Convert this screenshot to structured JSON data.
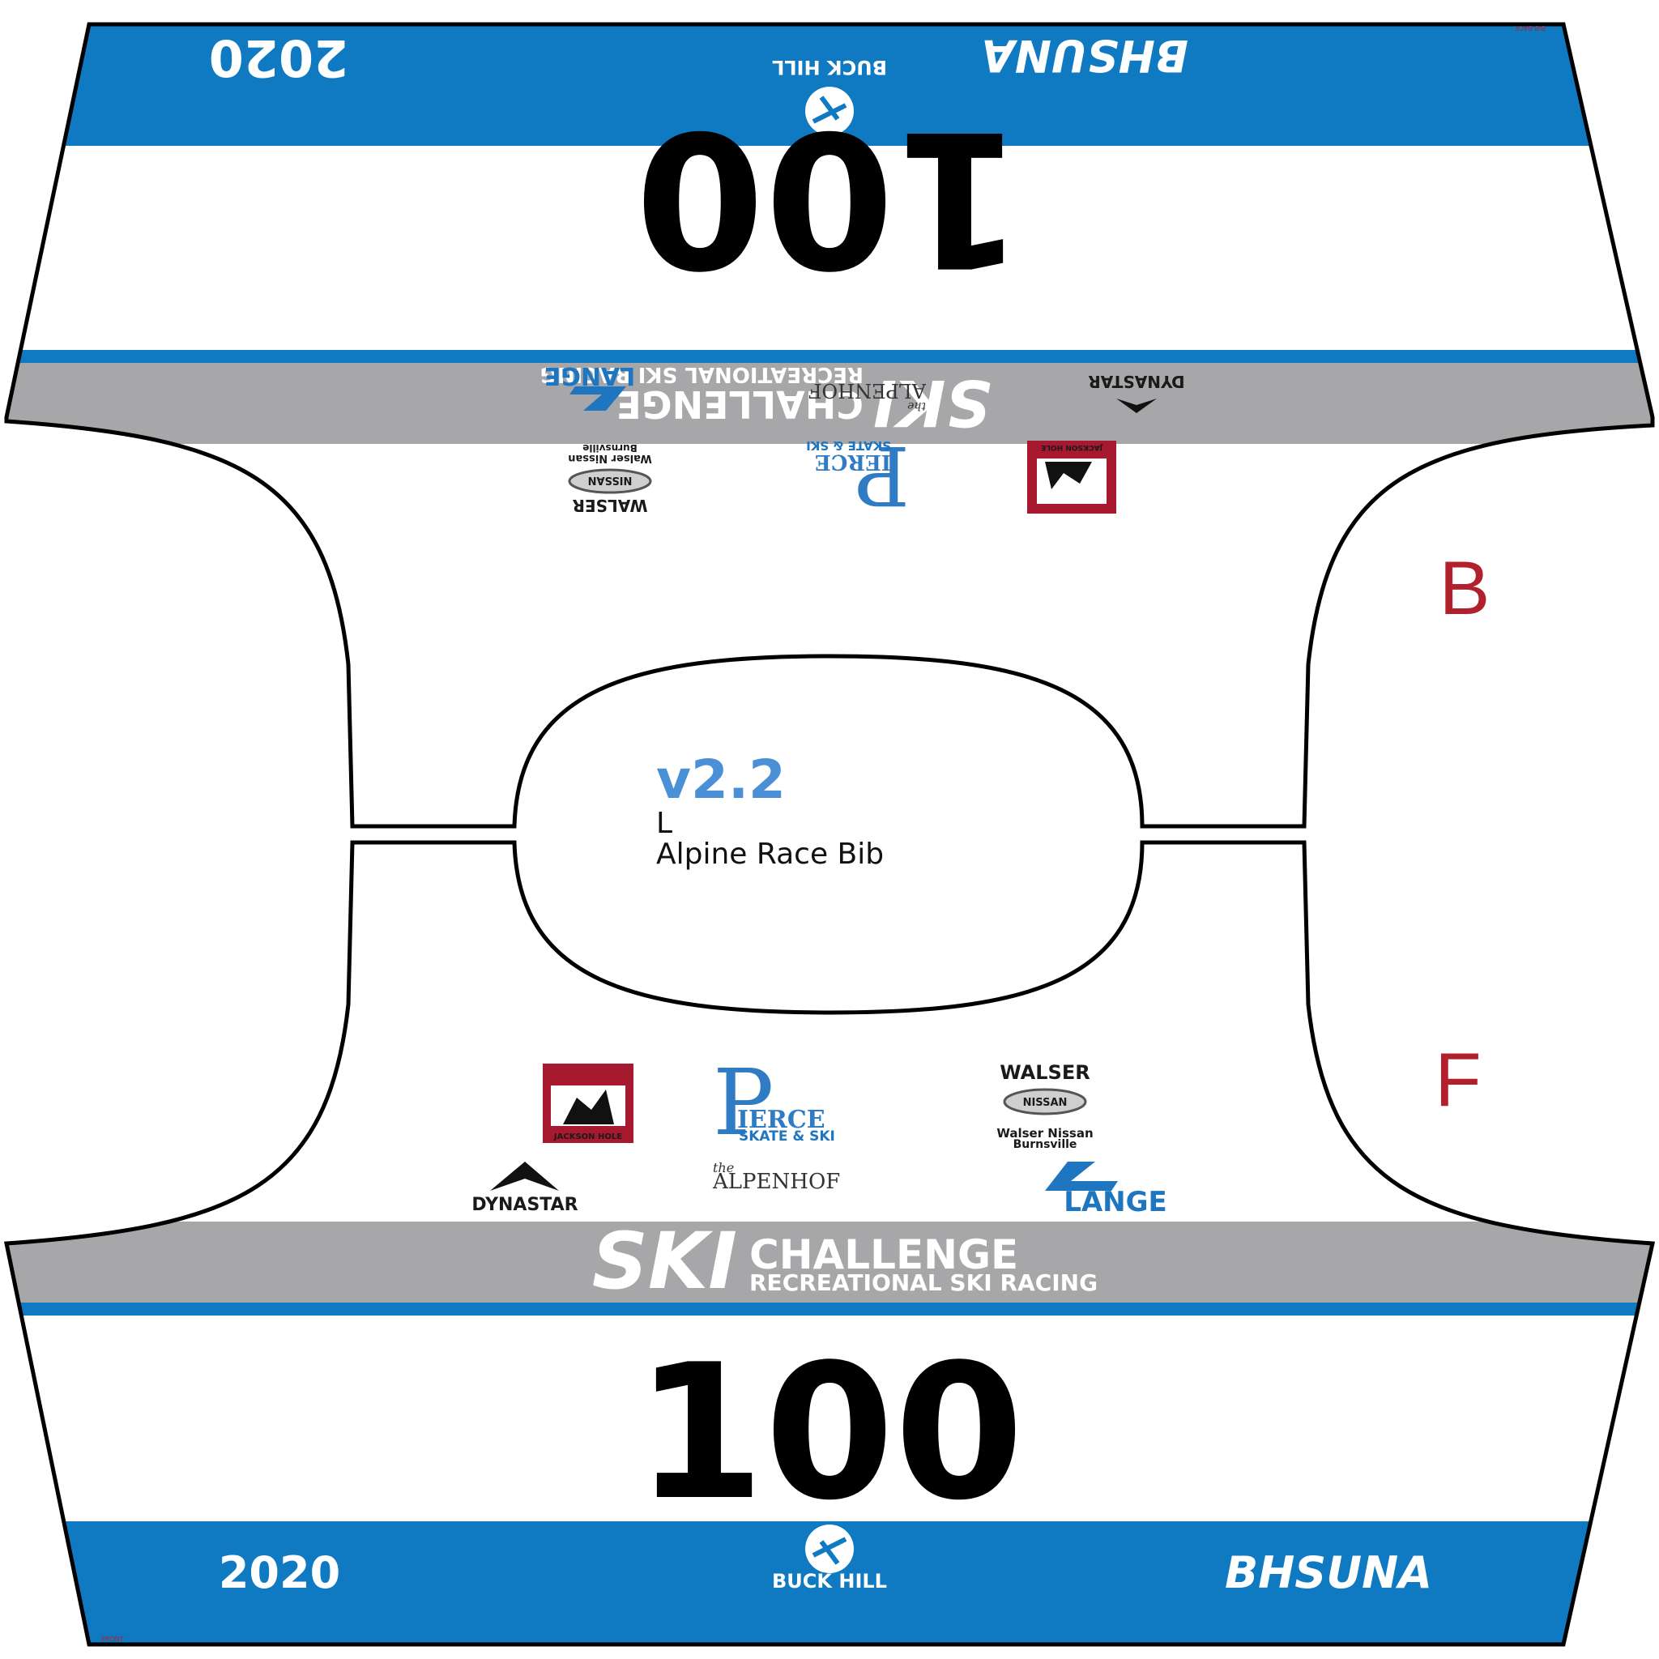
{
  "bib": {
    "year": "2020",
    "org": "BHSUNA",
    "venue": "BUCK HILL",
    "number": "100",
    "brand_main": "SKI",
    "brand_challenge": "CHALLENGE",
    "brand_sub": "RECREATIONAL SKI RACING",
    "side_back_letter": "B",
    "side_front_letter": "F",
    "corner_back_mark": "BIB BACK",
    "corner_front_mark": "FRONT"
  },
  "center": {
    "version": "v2.2",
    "size": "L",
    "product": "Alpine Race Bib"
  },
  "sponsors": {
    "jackson_hole": "JACKSON HOLE",
    "pierce_letter": "P",
    "pierce_name": "IERCE",
    "pierce_sub": "SKATE & SKI",
    "walser": "WALSER",
    "nissan": "NISSAN",
    "walser_nissan": "Walser Nissan",
    "burnsville": "Burnsville",
    "dynastar": "DYNASTAR",
    "alpenhof_the": "the",
    "alpenhof": "ALPENHOF",
    "lange": "LANGE"
  },
  "colors": {
    "blue": "#0f7ac1",
    "gray": "#a7a6a9",
    "letter_red": "#b21f2d",
    "version_blue": "#4a90d6"
  }
}
